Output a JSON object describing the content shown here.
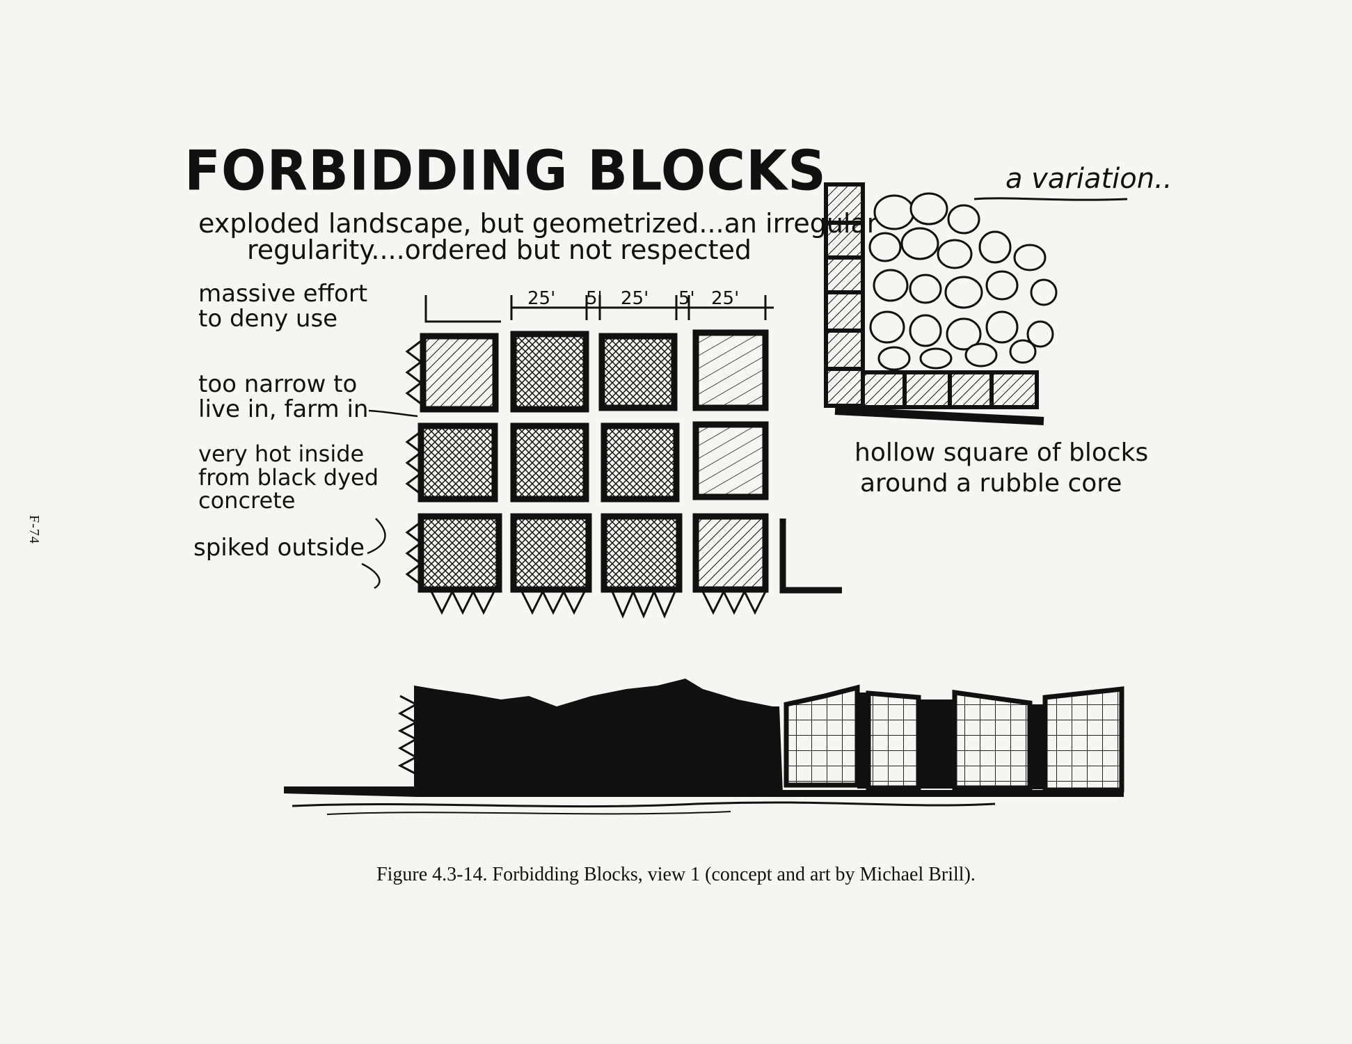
{
  "page_number": "F-74",
  "sketch": {
    "title": "FORBIDDING BLOCKS",
    "subtitle": [
      "exploded landscape, but geometrized...an irregular",
      "regularity....ordered but not respected"
    ],
    "notes": [
      [
        "massive effort",
        "to deny use"
      ],
      [
        "too narrow to",
        "live in, farm in"
      ],
      [
        "very hot inside",
        "from black dyed",
        "concrete"
      ],
      [
        "spiked outside"
      ]
    ],
    "dimensions": [
      "25'",
      "5'",
      "25'",
      "5'",
      "25'"
    ],
    "variation": {
      "label": "a variation..",
      "caption": [
        "hollow square of blocks",
        "around a rubble core"
      ]
    }
  },
  "figure_caption": "Figure 4.3-14.  Forbidding Blocks, view 1 (concept and art by Michael Brill)."
}
